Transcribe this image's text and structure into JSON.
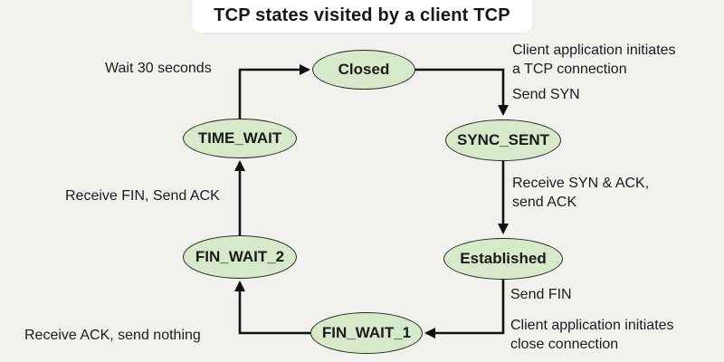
{
  "title": "TCP states visited by a client TCP",
  "colors": {
    "background": "#f1f1ee",
    "title_background": "#ffffff",
    "state_fill": "#d6e9c9",
    "state_border": "#262626",
    "arrow": "#111111",
    "text": "#1b1b1b"
  },
  "states": [
    {
      "id": "closed",
      "label": "Closed"
    },
    {
      "id": "sync-sent",
      "label": "SYNC_SENT"
    },
    {
      "id": "established",
      "label": "Established"
    },
    {
      "id": "fin-wait-1",
      "label": "FIN_WAIT_1"
    },
    {
      "id": "fin-wait-2",
      "label": "FIN_WAIT_2"
    },
    {
      "id": "time-wait",
      "label": "TIME_WAIT"
    }
  ],
  "transitions": [
    {
      "from": "Closed",
      "to": "SYNC_SENT",
      "labels": [
        "Client application initiates\na TCP connection",
        "Send SYN"
      ]
    },
    {
      "from": "SYNC_SENT",
      "to": "Established",
      "labels": [
        "Receive SYN & ACK,\nsend ACK"
      ]
    },
    {
      "from": "Established",
      "to": "FIN_WAIT_1",
      "labels": [
        "Send FIN",
        "Client application initiates\nclose connection"
      ]
    },
    {
      "from": "FIN_WAIT_1",
      "to": "FIN_WAIT_2",
      "labels": [
        "Receive ACK, send nothing"
      ]
    },
    {
      "from": "FIN_WAIT_2",
      "to": "TIME_WAIT",
      "labels": [
        "Receive FIN, Send ACK"
      ]
    },
    {
      "from": "TIME_WAIT",
      "to": "Closed",
      "labels": [
        "Wait 30 seconds"
      ]
    }
  ]
}
